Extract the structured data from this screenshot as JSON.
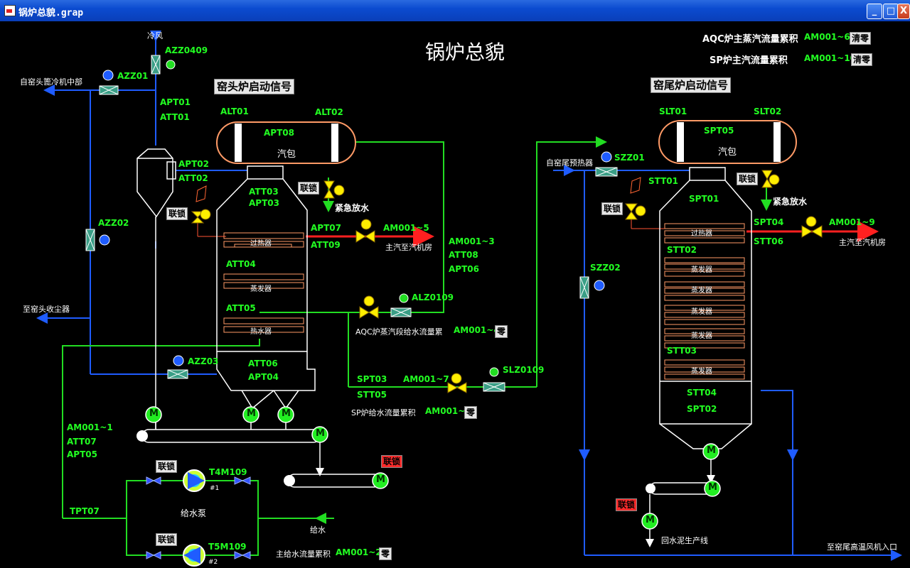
{
  "window": {
    "title": "锅炉总貌.grap",
    "buttons": {
      "minimize": "_",
      "maximize": "□",
      "close": "X"
    }
  },
  "header": {
    "title": "锅炉总貌",
    "aqc_steam_total": {
      "label": "AQC炉主蒸汽流量累积",
      "tag": "AM001~6",
      "reset": "清零"
    },
    "sp_steam_total": {
      "label": "SP炉主汽流量累积",
      "tag": "AM001~10",
      "reset": "清零"
    }
  },
  "aqc": {
    "start_signal": "窑头炉启动信号",
    "cold_air": "冷风",
    "kiln_head_cooler": "自窑头篦冷机中部",
    "to_dust_collector": "至窑头收尘器",
    "drum_label": "汽包",
    "sections": {
      "superheater": "过热器",
      "evaporator": "蒸发器",
      "economizer": "热水器"
    },
    "tags": {
      "azz0409": "AZZ0409",
      "azz01": "AZZ01",
      "apt01": "APT01",
      "att01": "ATT01",
      "apt02": "APT02",
      "att02": "ATT02",
      "alt01": "ALT01",
      "alt02": "ALT02",
      "apt08": "APT08",
      "att03": "ATT03",
      "apt03": "APT03",
      "apt07": "APT07",
      "att09": "ATT09",
      "am001_5": "AM001~5",
      "att04": "ATT04",
      "att05": "ATT05",
      "am001_3": "AM001~3",
      "att08": "ATT08",
      "apt06": "APT06",
      "alz0109": "ALZ0109",
      "azz02": "AZZ02",
      "azz03": "AZZ03",
      "att06": "ATT06",
      "apt04": "APT04"
    },
    "interlock": "联锁",
    "emergency_drain": "紧急放水",
    "main_steam": "主汽至汽机房",
    "feedwater_total": {
      "label": "AQC炉蒸汽段给水流量累",
      "tag": "AM001~4",
      "reset": "零"
    }
  },
  "sp": {
    "start_signal": "窑尾炉启动信号",
    "preheater": "自窑尾预热器",
    "to_fan": "至窑尾高温风机入口",
    "drum_label": "汽包",
    "sections": {
      "superheater": "过热器",
      "evaporator": "蒸发器"
    },
    "tags": {
      "slt01": "SLT01",
      "slt02": "SLT02",
      "spt05": "SPT05",
      "szz01": "SZZ01",
      "stt01": "STT01",
      "spt01": "SPT01",
      "spt04": "SPT04",
      "stt06": "STT06",
      "am001_9": "AM001~9",
      "stt02": "STT02",
      "szz02": "SZZ02",
      "stt03": "STT03",
      "stt04": "STT04",
      "spt02": "SPT02",
      "spt03": "SPT03",
      "stt05": "STT05",
      "am001_7": "AM001~7",
      "slz0109": "SLZ0109"
    },
    "interlock": "联锁",
    "emergency_drain": "紧急放水",
    "main_steam": "主汽至汽机房",
    "return_line": "回水泥生产线",
    "feedwater_total": {
      "label": "SP炉给水流量累积",
      "tag": "AM001~8",
      "reset": "零"
    }
  },
  "feed": {
    "am001_1": "AM001~1",
    "att07": "ATT07",
    "apt05": "APT05",
    "tpt07": "TPT07",
    "pump1": "T4M109",
    "pump1_no": "#1",
    "pump2": "T5M109",
    "pump2_no": "#2",
    "pump_label": "给水泵",
    "interlock": "联锁",
    "water_in": "给水",
    "main_total": {
      "label": "主给水流量累积",
      "tag": "AM001~2",
      "reset": "零"
    }
  },
  "motor_glyph": "M"
}
